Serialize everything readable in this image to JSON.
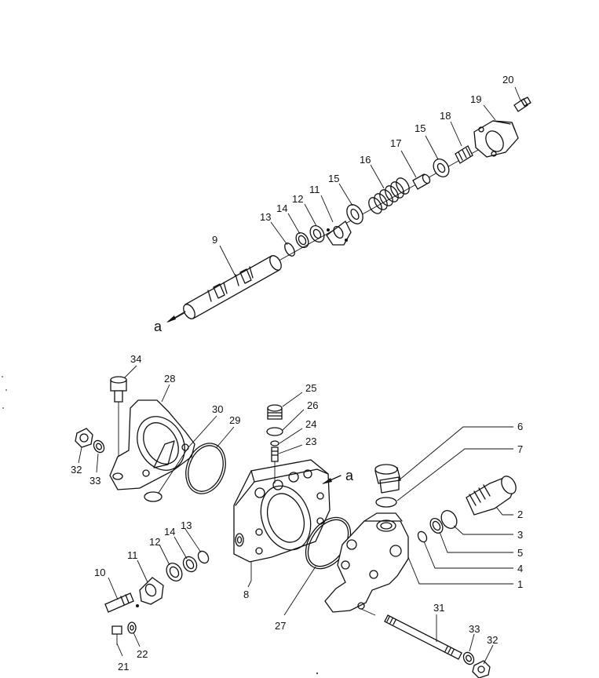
{
  "callouts": {
    "n1": "1",
    "n2": "2",
    "n3": "3",
    "n4": "4",
    "n5": "5",
    "n6": "6",
    "n7": "7",
    "n8": "8",
    "n9": "9",
    "n10": "10",
    "n11a": "11",
    "n11b": "11",
    "n12a": "12",
    "n12b": "12",
    "n13a": "13",
    "n13b": "13",
    "n14a": "14",
    "n14b": "14",
    "n15a": "15",
    "n15b": "15",
    "n16": "16",
    "n17": "17",
    "n18": "18",
    "n19": "19",
    "n20": "20",
    "n21": "21",
    "n22": "22",
    "n23": "23",
    "n24": "24",
    "n25": "25",
    "n26": "26",
    "n27": "27",
    "n28": "28",
    "n29": "29",
    "n30": "30",
    "n31": "31",
    "n32a": "32",
    "n32b": "32",
    "n33a": "33",
    "n33b": "33",
    "n34": "34"
  },
  "markers": {
    "a_upper": "a",
    "a_lower": "a"
  }
}
